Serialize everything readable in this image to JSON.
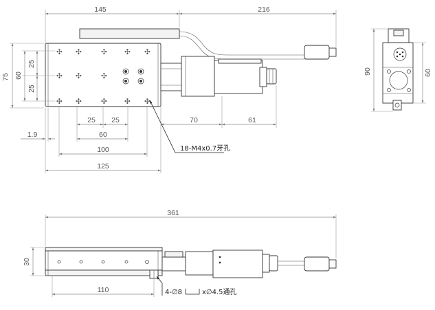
{
  "dimensions": {
    "top_145": "145",
    "top_216": "216",
    "left_75": "75",
    "left_60": "60",
    "left_25a": "25",
    "left_25b": "25",
    "bottom_25a": "25",
    "bottom_25b": "25",
    "bottom_60": "60",
    "bottom_70": "70",
    "bottom_61": "61",
    "left_1_9": "1.9",
    "bottom_100": "100",
    "bottom_125": "125",
    "side_90": "90",
    "side_60": "60",
    "front_361": "361",
    "front_30": "30",
    "front_110": "110"
  },
  "callouts": {
    "tapped_holes": "18-M4x0.7牙孔",
    "through_holes_prefix": "4-∅8",
    "through_holes_suffix": "x∅4.5通孔"
  }
}
